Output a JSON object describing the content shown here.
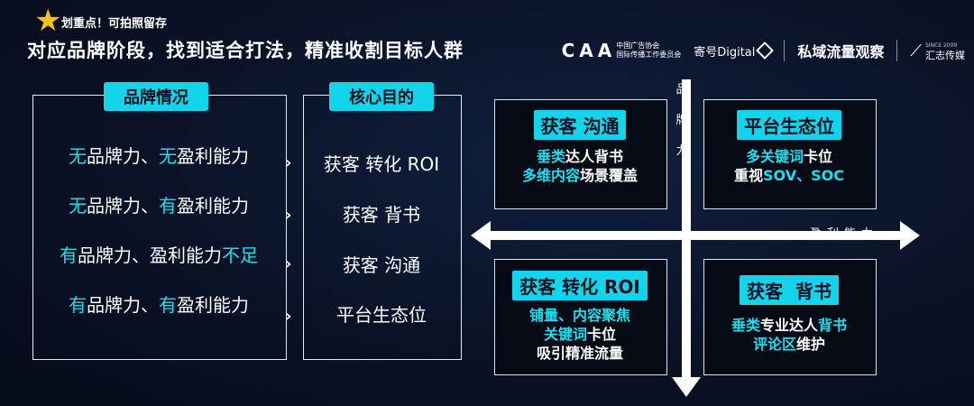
{
  "header": {
    "badge": "划重点！可拍照留存",
    "headline": "对应品牌阶段，找到适合打法，精准收割目标人群",
    "logos": {
      "caa_mark": "C A A",
      "caa_line1": "中国广告协会",
      "caa_line2": "国际传播工作委员会",
      "digital": "寄号Digital",
      "private": "私域流量观察",
      "hz_small": "SINCE 2009",
      "hz_main": "汇志传媒"
    }
  },
  "left_panel": {
    "tag": "品牌情况",
    "rows": [
      [
        {
          "t": "无",
          "c": true
        },
        {
          "t": "品牌力、",
          "c": false
        },
        {
          "t": "无",
          "c": true
        },
        {
          "t": "盈利能力",
          "c": false
        }
      ],
      [
        {
          "t": "无",
          "c": true
        },
        {
          "t": "品牌力、",
          "c": false
        },
        {
          "t": "有",
          "c": true
        },
        {
          "t": "盈利能力",
          "c": false
        }
      ],
      [
        {
          "t": "有",
          "c": true
        },
        {
          "t": "品牌力、盈利能力",
          "c": false
        },
        {
          "t": "不足",
          "c": true
        }
      ],
      [
        {
          "t": "有",
          "c": true
        },
        {
          "t": "品牌力、",
          "c": false
        },
        {
          "t": "有",
          "c": true
        },
        {
          "t": "盈利能力",
          "c": false
        }
      ]
    ]
  },
  "mid_panel": {
    "tag": "核心目的",
    "rows": [
      "获客 转化 ROI",
      "获客 背书",
      "获客 沟通",
      "平台生态位"
    ]
  },
  "chevron": "›",
  "axes": {
    "vertical": [
      "品",
      "牌",
      "力"
    ],
    "horizontal": "盈利能力"
  },
  "quadrants": {
    "top_left": {
      "tag": "获客 沟通",
      "lines": [
        [
          {
            "t": "垂类",
            "c": true
          },
          {
            "t": "达人背书",
            "c": false
          }
        ],
        [
          {
            "t": "多维内容",
            "c": true
          },
          {
            "t": "场景覆盖",
            "c": false
          }
        ]
      ]
    },
    "top_right": {
      "tag": "平台生态位",
      "lines": [
        [
          {
            "t": "多关键词",
            "c": true
          },
          {
            "t": "卡位",
            "c": false
          }
        ],
        [
          {
            "t": "重视",
            "c": false
          },
          {
            "t": "SOV、SOC",
            "c": true
          }
        ]
      ]
    },
    "bottom_left": {
      "tag": "获客 转化 ROI",
      "lines": [
        [
          {
            "t": "铺量、内容聚焦",
            "c": true
          }
        ],
        [
          {
            "t": "关键词",
            "c": true
          },
          {
            "t": "卡位",
            "c": false
          }
        ],
        [
          {
            "t": "吸引精准流量",
            "c": false
          }
        ]
      ]
    },
    "bottom_right": {
      "tag": "获客  背书",
      "lines": [
        [
          {
            "t": "垂类",
            "c": true
          },
          {
            "t": "专业达人",
            "c": false
          },
          {
            "t": "背书",
            "c": true
          }
        ],
        [
          {
            "t": "评论区",
            "c": true
          },
          {
            "t": "维护",
            "c": false
          }
        ]
      ]
    }
  },
  "colors": {
    "accent": "#12d4ea",
    "background": "#0a1226"
  }
}
